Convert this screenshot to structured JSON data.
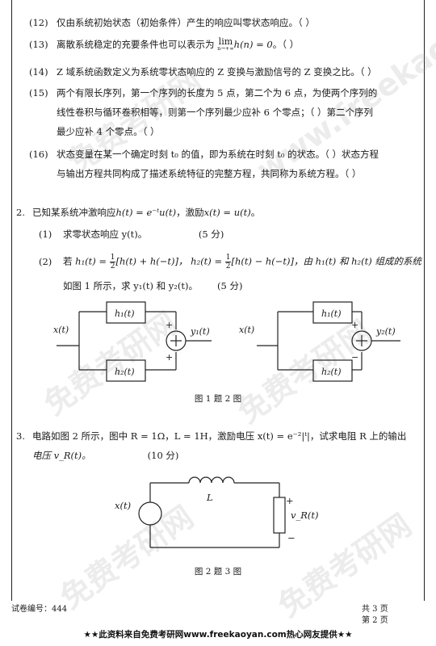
{
  "items": {
    "i12": {
      "num": "(12)",
      "text": "仅由系统初始状态（初始条件）产生的响应叫零状态响应。（ ）"
    },
    "i13": {
      "num": "(13)",
      "text_a": "离散系统稳定的充要条件也可以表示为",
      "lim": "lim",
      "lim_sub": "n→+∞",
      "expr": "h(n) = 0",
      "text_b": "。（ ）"
    },
    "i14": {
      "num": "(14)",
      "text": "Z 域系统函数定义为系统零状态响应的 Z 变换与激励信号的 Z 变换之比。（ ）"
    },
    "i15": {
      "num": "(15)",
      "l1": "两个有限长序列，第一个序列的长度为 5 点，第二个为 6 点，为使两个序列的",
      "l2": "线性卷积与循环卷积相等，则第一个序列最少应补 6 个零点；（ ）第二个序列",
      "l3": "最少应补 4 个零点。（ ）"
    },
    "i16": {
      "num": "(16)",
      "l1": "状态变量在某一个确定时刻 t₀ 的值，即为系统在时刻 t₀ 的状态。（ ）状态方程",
      "l2": "与输出方程共同构成了描述系统特征的完整方程，共同称为系统方程。（ ）"
    }
  },
  "q2": {
    "num": "2.",
    "intro_a": "已知某系统冲激响应",
    "h_expr": "h(t) = e⁻ᵗu(t)",
    "intro_b": "，激励",
    "x_expr": "x(t) = u(t)",
    "intro_c": "。",
    "p1": {
      "num": "(1)",
      "text": "求零状态响应 y(t)。",
      "score": "(5 分)"
    },
    "p2": {
      "num": "(2)",
      "if": "若",
      "h1": "h₁(t) =",
      "half": "1",
      "half_den": "2",
      "h1_rest": "[h(t) + h(−t)]，",
      "h2": "h₂(t) =",
      "h2_rest": "[h(t) − h(−t)]，由 h₁(t) 和 h₂(t) 组成的系统",
      "l2": "如图 1 所示，求 y₁(t) 和 y₂(t)。",
      "score": "(5 分)"
    }
  },
  "fig1": {
    "left": {
      "input": "x(t)",
      "top_block": "h₁(t)",
      "bot_block": "h₂(t)",
      "plus_top": "+",
      "plus_bot": "+",
      "output": "y₁(t)"
    },
    "right": {
      "input": "x(t)",
      "top_block": "h₁(t)",
      "bot_block": "h₂(t)",
      "plus_top": "+",
      "minus_bot": "−",
      "output": "y₂(t)"
    },
    "caption": "图 1    题 2 图"
  },
  "q3": {
    "num": "3.",
    "l1": "电路如图 2 所示，图中 R = 1Ω，L = 1H，激励电压 x(t) = e⁻²|ᵗ|，试求电阻 R 上的输出",
    "l2": "电压 v_R(t)。",
    "score": "(10 分)"
  },
  "fig2": {
    "source": "x(t)",
    "inductor": "L",
    "plus": "+",
    "minus": "−",
    "output": "v_R(t)",
    "caption": "图 2    题 3 图"
  },
  "footer": {
    "left": "试卷编号：444",
    "right_total": "共  3  页",
    "right_page": "第  2  页"
  },
  "banner": "★★此资料来自免费考研网www.freekaoyan.com热心网友提供★★"
}
